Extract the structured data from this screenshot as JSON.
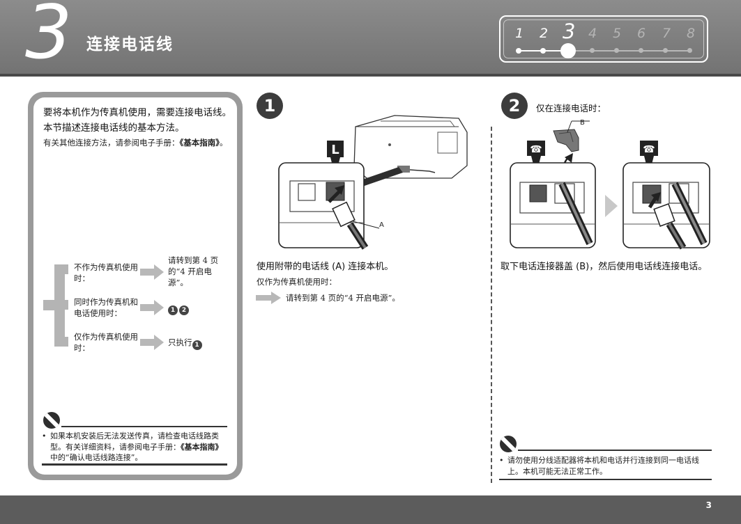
{
  "header": {
    "step_number": "3",
    "title": "连接电话线",
    "steps": [
      "1",
      "2",
      "3",
      "4",
      "5",
      "6",
      "7",
      "8"
    ],
    "current_step": 3
  },
  "left_panel": {
    "intro_main": "要将本机作为传真机使用，需要连接电话线。本节描述连接电话线的基本方法。",
    "intro_ref_prefix": "有关其他连接方法，请参阅电子手册：",
    "intro_ref_bold": "《基本指南》",
    "intro_ref_suffix": "。",
    "cases": [
      {
        "label": "不作为传真机使用时：",
        "result": "请转到第 4 页的“4 开启电源”。"
      },
      {
        "label": "同时作为传真机和电话使用时：",
        "result_steps": [
          "1",
          "2"
        ]
      },
      {
        "label": "仅作为传真机使用时：",
        "result_prefix": "只执行",
        "result_steps": [
          "1"
        ]
      }
    ],
    "note": {
      "bullet": "•",
      "text_1": "如果本机安装后无法发送传真，请检查电话线路类型。有关详细资料，请参阅电子手册：",
      "text_bold": "《基本指南》",
      "text_2": "中的“确认电话线路连接”。"
    }
  },
  "step1": {
    "number": "1",
    "port_label": "L",
    "callout": "A",
    "caption": "使用附带的电话线 (A) 连接本机。",
    "sub": "仅作为传真机使用时：",
    "goto": "请转到第 4 页的“4 开启电源”。"
  },
  "step2": {
    "number": "2",
    "heading": "仅在连接电话时：",
    "callout": "B",
    "caption": "取下电话连接器盖 (B)，然后使用电话线连接电话。",
    "note": {
      "bullet": "•",
      "text": "请勿使用分线适配器将本机和电话并行连接到同一电话线上。本机可能无法正常工作。"
    }
  },
  "footer": {
    "page_number": "3"
  },
  "colors": {
    "header_bg": "#7f7f7f",
    "footer_bg": "#5c5c5c",
    "panel_border": "#9a9a9a",
    "accent_dark": "#3c3c3c",
    "arrow_gray": "#b8b8b8"
  }
}
